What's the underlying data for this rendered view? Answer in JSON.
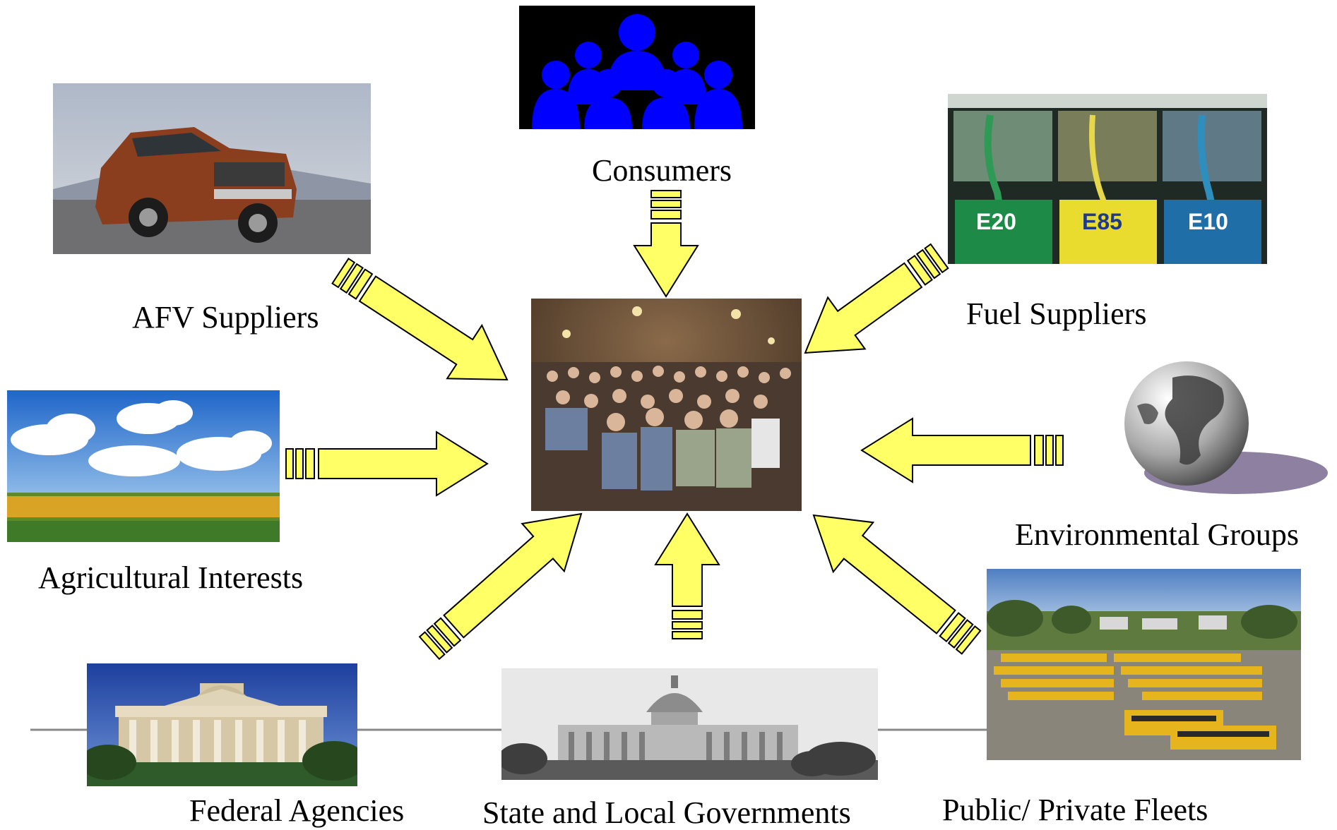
{
  "diagram": {
    "center": {
      "name": "stakeholder-meeting-audience"
    },
    "stakeholders": {
      "consumers": {
        "label": "Consumers"
      },
      "afv_suppliers": {
        "label": "AFV Suppliers"
      },
      "fuel_suppliers": {
        "label": "Fuel Suppliers"
      },
      "agricultural_interests": {
        "label": "Agricultural Interests"
      },
      "environmental_groups": {
        "label": "Environmental Groups"
      },
      "federal_agencies": {
        "label": "Federal Agencies"
      },
      "state_local_governments": {
        "label": "State and Local Governments"
      },
      "public_private_fleets": {
        "label": "Public/ Private Fleets"
      }
    },
    "colors": {
      "arrow_fill": "#FFFF66",
      "arrow_stroke": "#000000",
      "consumer_icon": "#0000FF",
      "consumer_background": "#000000",
      "baseline": "#888888"
    },
    "fuel_pump_signs": [
      "E20",
      "E85",
      "E10"
    ]
  }
}
